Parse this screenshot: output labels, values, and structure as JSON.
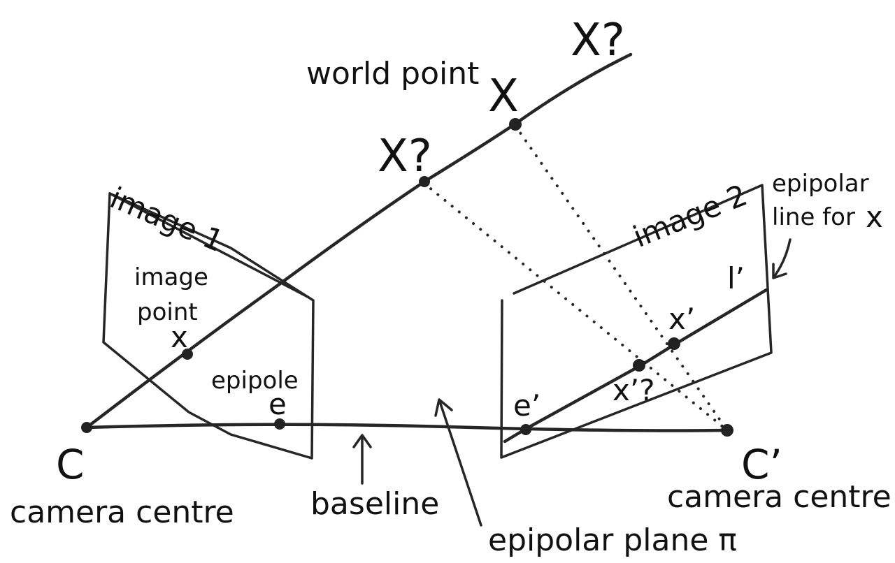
{
  "labels": {
    "x_q_top": "X?",
    "world_point": "world point",
    "X": "X",
    "x_q_mid": "X?",
    "image1": "image 1",
    "image2": "image 2",
    "epipolar_line_1": "epipolar",
    "epipolar_line_2": "line for",
    "epipolar_line_x": "x",
    "image_point_1": "image",
    "image_point_2": "point",
    "x": "x",
    "epipole": "epipole",
    "e": "e",
    "e_prime": "e’",
    "l_prime": "l’",
    "x_prime": "x’",
    "x_prime_q": "x’?",
    "C": "C",
    "C_prime": "C’",
    "camera_centre_left": "camera centre",
    "camera_centre_right": "camera centre",
    "baseline": "baseline",
    "epipolar_plane": "epipolar plane π"
  },
  "colors": {
    "ink": "#262626",
    "background": "#ffffff"
  }
}
